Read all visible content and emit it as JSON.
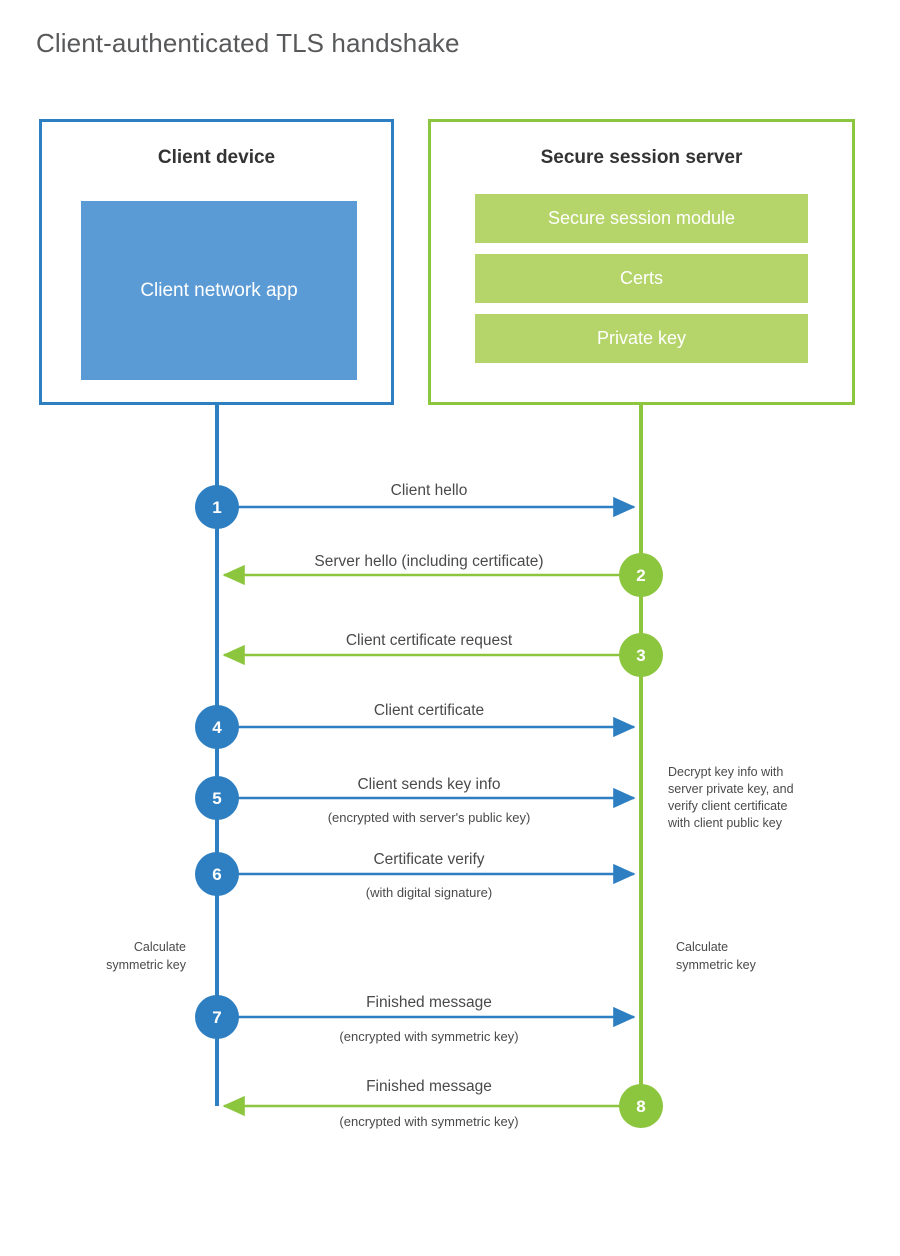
{
  "title": "Client-authenticated TLS handshake",
  "colors": {
    "client_blue": "#2E7FC1",
    "client_app_fill": "#5B9BD5",
    "server_green": "#8CC63E",
    "server_module_fill": "#B5D56A",
    "text_gray": "#4a4a4a",
    "title_gray": "#58595b",
    "background": "#ffffff"
  },
  "client": {
    "title": "Client device",
    "app_label": "Client network app"
  },
  "server": {
    "title": "Secure session server",
    "modules": [
      "Secure session module",
      "Certs",
      "Private key"
    ]
  },
  "steps": [
    {
      "number": "1",
      "label": "Client hello",
      "sublabel": "",
      "direction": "client-to-server",
      "side": "client"
    },
    {
      "number": "2",
      "label": "Server hello (including certificate)",
      "sublabel": "",
      "direction": "server-to-client",
      "side": "server"
    },
    {
      "number": "3",
      "label": "Client certificate request",
      "sublabel": "",
      "direction": "server-to-client",
      "side": "server"
    },
    {
      "number": "4",
      "label": "Client certificate",
      "sublabel": "",
      "direction": "client-to-server",
      "side": "client"
    },
    {
      "number": "5",
      "label": "Client sends key info",
      "sublabel": "(encrypted with server's public key)",
      "direction": "client-to-server",
      "side": "client"
    },
    {
      "number": "6",
      "label": "Certificate verify",
      "sublabel": "(with digital signature)",
      "direction": "client-to-server",
      "side": "client"
    },
    {
      "number": "7",
      "label": "Finished message",
      "sublabel": "(encrypted with symmetric key)",
      "direction": "client-to-server",
      "side": "client"
    },
    {
      "number": "8",
      "label": "Finished message",
      "sublabel": "(encrypted with symmetric key)",
      "direction": "server-to-client",
      "side": "server"
    }
  ],
  "notes": {
    "server_decrypt": [
      "Decrypt key info with",
      "server private key, and",
      "verify client certificate",
      "with client public key"
    ],
    "client_calculate": [
      "Calculate",
      "symmetric key"
    ],
    "server_calculate": [
      "Calculate",
      "symmetric key"
    ]
  }
}
